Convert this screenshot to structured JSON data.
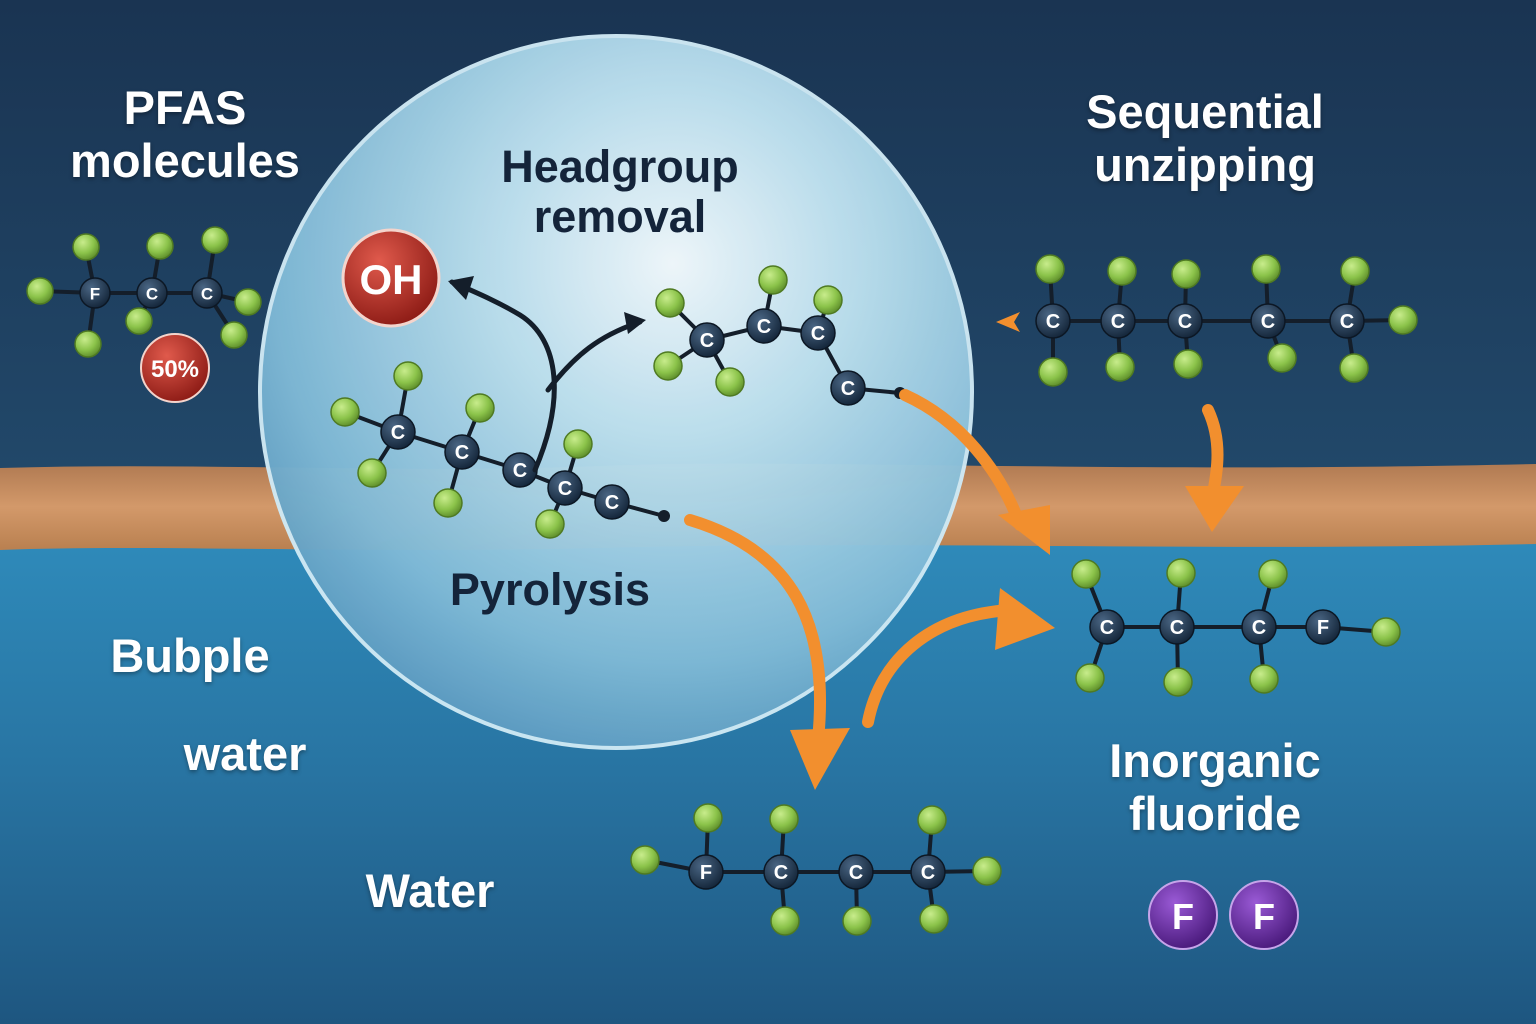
{
  "labels": {
    "pfas_line1": "PFAS",
    "pfas_line2": "molecules",
    "headgroup_line1": "Headgroup",
    "headgroup_line2": "removal",
    "sequential_line1": "Sequential",
    "sequential_line2": "unzipping",
    "pyrolysis": "Pyrolysis",
    "bubple": "Bubple",
    "water_lower": "water",
    "water_upper": "Water",
    "inorganic_line1": "Inorganic",
    "inorganic_line2": "fluoride"
  },
  "badges": {
    "oh": "OH",
    "percent": "50%",
    "fluoride_ion": "F"
  },
  "atoms": {
    "carbon": "C",
    "fluorine": "F"
  },
  "colors": {
    "background_top": "#1b3a5a",
    "water": "#2b7fae",
    "interface_band": "#c98c5c",
    "bubble": "#9ecfe4",
    "arrow": "#f28f2e",
    "fluorine_atom": "#8bc34a",
    "carbon_atom": "#1e3247",
    "oh_badge": "#b22a22",
    "fluoride_ion": "#6a2fa0"
  }
}
